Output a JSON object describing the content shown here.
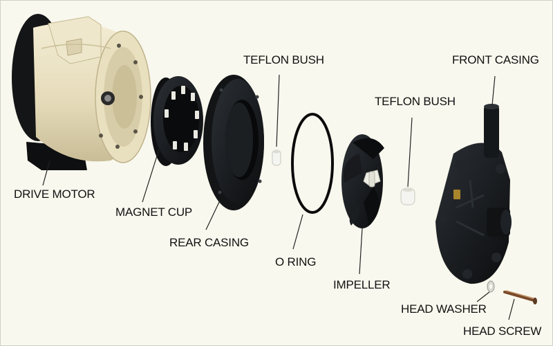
{
  "diagram": {
    "labels": {
      "drive_motor": "DRIVE MOTOR",
      "magnet_cup": "MAGNET CUP",
      "rear_casing": "REAR CASING",
      "teflon_bush_1": "TEFLON BUSH",
      "o_ring": "O RING",
      "impeller": "IMPELLER",
      "teflon_bush_2": "TEFLON BUSH",
      "front_casing": "FRONT CASING",
      "head_washer": "HEAD WASHER",
      "head_screw": "HEAD SCREW"
    }
  },
  "colors": {
    "background": "#f9f8ee",
    "motor_body": "#ece3c6",
    "motor_shadow": "#cfc39f",
    "part_black": "#121416",
    "part_dark": "#23272b",
    "teflon": "#f4f4f0",
    "leader": "#222222"
  }
}
